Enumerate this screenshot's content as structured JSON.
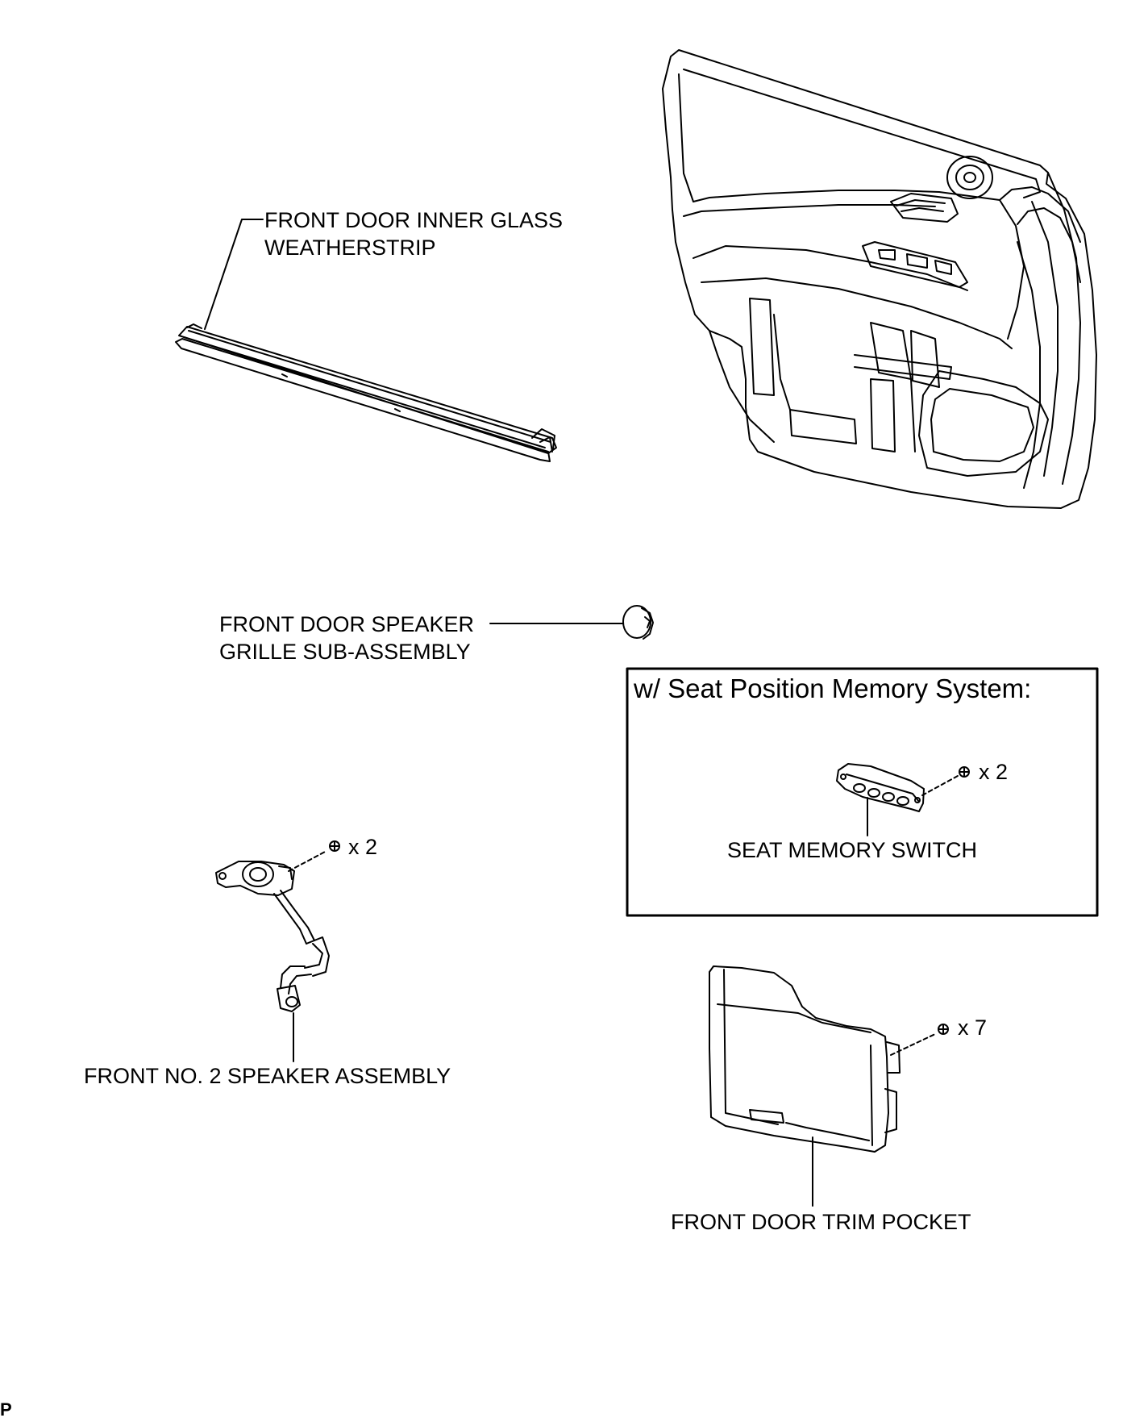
{
  "labels": {
    "weatherstrip_line1": "FRONT DOOR INNER GLASS",
    "weatherstrip_line2": "WEATHERSTRIP",
    "grille_line1": "FRONT DOOR SPEAKER",
    "grille_line2": "GRILLE SUB-ASSEMBLY",
    "speaker": "FRONT NO. 2 SPEAKER ASSEMBLY",
    "memory_switch": "SEAT MEMORY SWITCH",
    "trim_pocket": "FRONT DOOR TRIM POCKET"
  },
  "inset": {
    "title": "w/ Seat Position Memory System:"
  },
  "quantities": {
    "speaker_screws": "x 2",
    "switch_screws": "x 2",
    "pocket_screws": "x 7"
  },
  "corner_mark": "P"
}
